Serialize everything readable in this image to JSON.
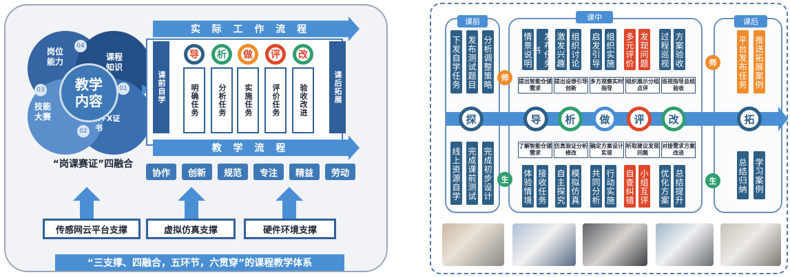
{
  "left": {
    "wheel": {
      "center": "教学\n内容",
      "segments": [
        {
          "label": "岗位能力",
          "num": "04"
        },
        {
          "label": "课程知识",
          "num": "01"
        },
        {
          "label": "1+X证书",
          "num": "02"
        },
        {
          "label": "技能大赛",
          "num": "03"
        }
      ],
      "caption": "“岗课赛证”四融合"
    },
    "work_flow_title": "实 际 工 作 流 程",
    "teach_flow_title": "教 学 流 程",
    "pre_class_bar": "课前自学",
    "post_class_bar": "课后拓展",
    "gears": [
      "导",
      "析",
      "做",
      "评",
      "改"
    ],
    "steps": [
      "明确任务",
      "分析任务",
      "实施任务",
      "评价任务",
      "验收改进"
    ],
    "principles": [
      "协作",
      "创新",
      "规范",
      "专注",
      "精益",
      "劳动"
    ],
    "supports": [
      "传感网云平台支撑",
      "虚拟仿真支撑",
      "硬件环境支撑"
    ],
    "bottom_title": "“三支撑、四融合，五环节，六贯穿”的课程教学体系"
  },
  "right": {
    "phases": {
      "pre": "课前",
      "mid": "课中",
      "post": "课后"
    },
    "roles": {
      "teacher": "师",
      "student": "生"
    },
    "pre_teacher_cards": [
      "下发自学任务",
      "发布测试题目",
      "分析调整策略"
    ],
    "pre_student_cards": [
      "线上资源自学",
      "完成课前测试",
      "完成初步设计"
    ],
    "mid_teacher_top": [
      "情景说明",
      "发布任务书",
      "激发兴趣",
      "组织讨论",
      "启发引导",
      "组织实施",
      "多元评价",
      "发现问题",
      "过程巡视",
      "方案验收"
    ],
    "mid_teacher_hcards": [
      "提出智能仓储需求",
      "提出设想引导创新",
      "多方观察实时指导",
      "组织展示分组点评",
      "巡视指导总结验收"
    ],
    "mid_student_hcards": [
      "了解智能仓储需求",
      "仿真验证分析修改",
      "确定方案设计实现",
      "听取建议发现问题",
      "对接需求方案改进"
    ],
    "mid_student_bottom": [
      "体验情境",
      "接收任务",
      "自主探究",
      "模拟仿真",
      "共同分析",
      "行动实施",
      "自查纠错",
      "小组互评",
      "优化方案",
      "总结提升"
    ],
    "post_teacher_cards": [
      "平台发布任务",
      "推送拓展案例"
    ],
    "post_student_cards": [
      "总结归纳",
      "学习案例"
    ],
    "flow_nodes": [
      "探",
      "导",
      "析",
      "做",
      "评",
      "改",
      "拓"
    ],
    "colors": {
      "navy": "#2e5f86",
      "orange": "#f08c2c",
      "red": "#e0462a",
      "blue": "#4a8fd4",
      "green": "#2f9e6e"
    }
  }
}
